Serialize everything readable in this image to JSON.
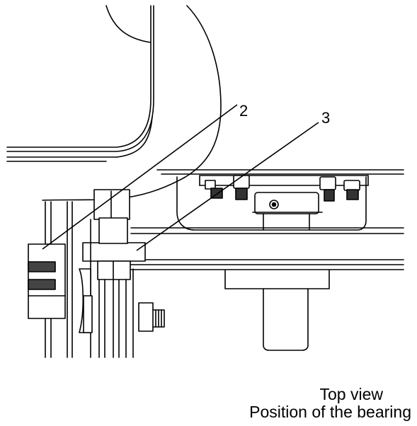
{
  "callouts": [
    {
      "number": "2"
    },
    {
      "number": "3"
    }
  ],
  "caption": {
    "line1": "Top view",
    "line2": "Position of the bearing"
  }
}
